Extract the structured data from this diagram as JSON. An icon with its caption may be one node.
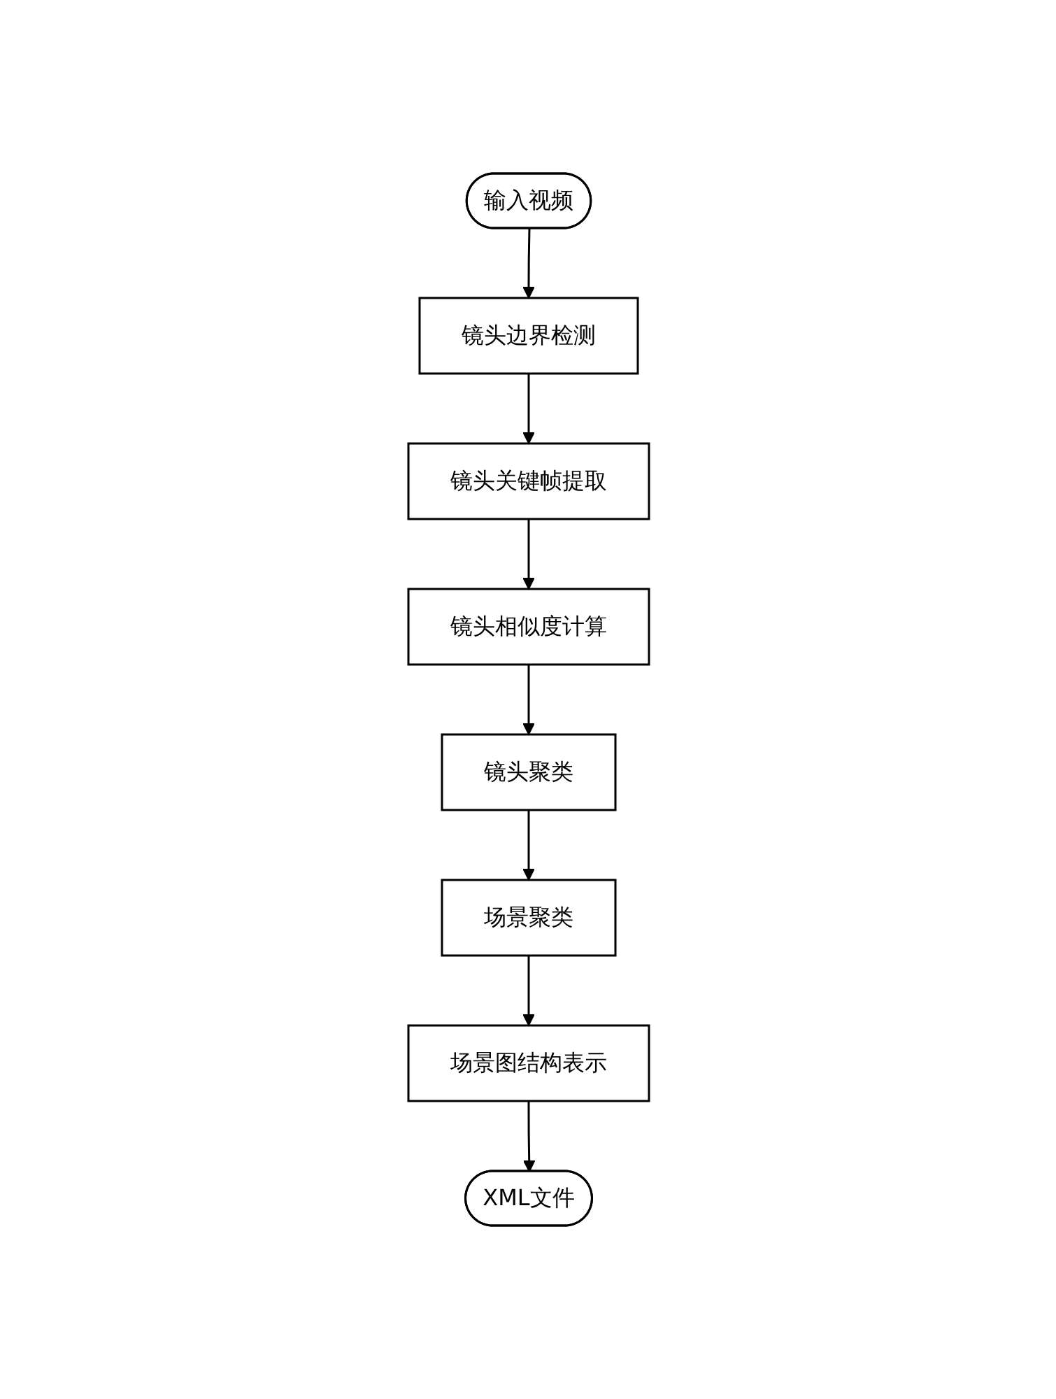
{
  "diagram": {
    "nodes": [
      {
        "text": [
          "输入视频"
        ]
      },
      {
        "text": [
          "镜头边界检测"
        ]
      },
      {
        "text": [
          "镜头关键帧提取"
        ]
      },
      {
        "text": [
          "镜头相似度计算"
        ]
      },
      {
        "text": [
          "镜头聚类"
        ]
      },
      {
        "text": [
          "场景聚类"
        ]
      },
      {
        "text": [
          "场景图结构表示"
        ]
      },
      {
        "text": [
          "XML文件"
        ]
      }
    ],
    "edges": [
      {
        "from": 0,
        "to": 1,
        "arrow": "to"
      },
      {
        "from": 1,
        "to": 2,
        "arrow": "to"
      },
      {
        "from": 2,
        "to": 3,
        "arrow": "to"
      },
      {
        "from": 3,
        "to": 4,
        "arrow": "to"
      },
      {
        "from": 4,
        "to": 5,
        "arrow": "to"
      },
      {
        "from": 5,
        "to": 6,
        "arrow": "to"
      },
      {
        "from": 6,
        "to": 7,
        "arrow": "to"
      }
    ]
  }
}
